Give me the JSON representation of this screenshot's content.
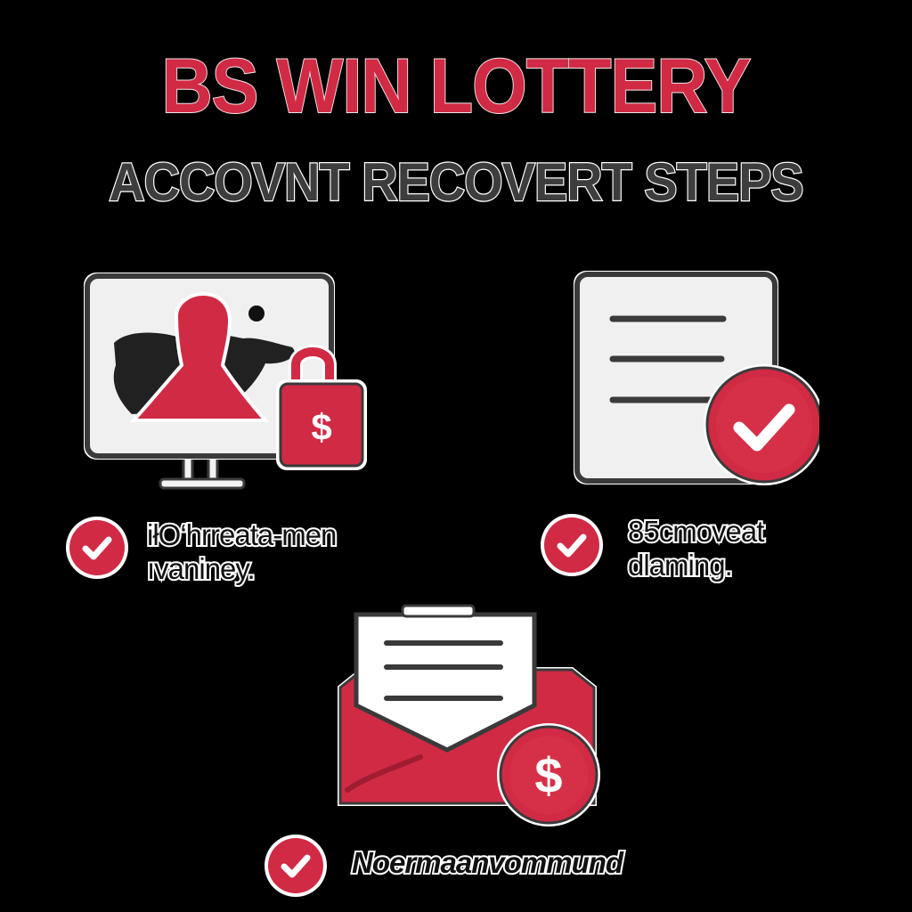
{
  "header": {
    "title": "BS WIN LOTTERY",
    "subtitle": "ACCOVNT RECOVERT STEPS"
  },
  "colors": {
    "background": "#000000",
    "accent_red": "#d12a44",
    "panel_white": "#f2f2f2",
    "outline_dark": "#3a3a3a",
    "subtitle_gray": "#3d3d3d"
  },
  "steps": [
    {
      "illustration": "monitor-user-lock-icon",
      "badge_symbol": "$",
      "check_icon": "check-circle-icon",
      "text_lines": [
        "iłO‘hrreata-men",
        "ıvaniney."
      ]
    },
    {
      "illustration": "document-check-icon",
      "check_icon": "check-circle-icon",
      "text_lines": [
        "85cmoveat",
        "dlaming."
      ]
    },
    {
      "illustration": "envelope-dollar-icon",
      "badge_symbol": "$",
      "check_icon": "check-circle-icon",
      "text_lines": [
        "Noermaanvommund"
      ]
    }
  ]
}
